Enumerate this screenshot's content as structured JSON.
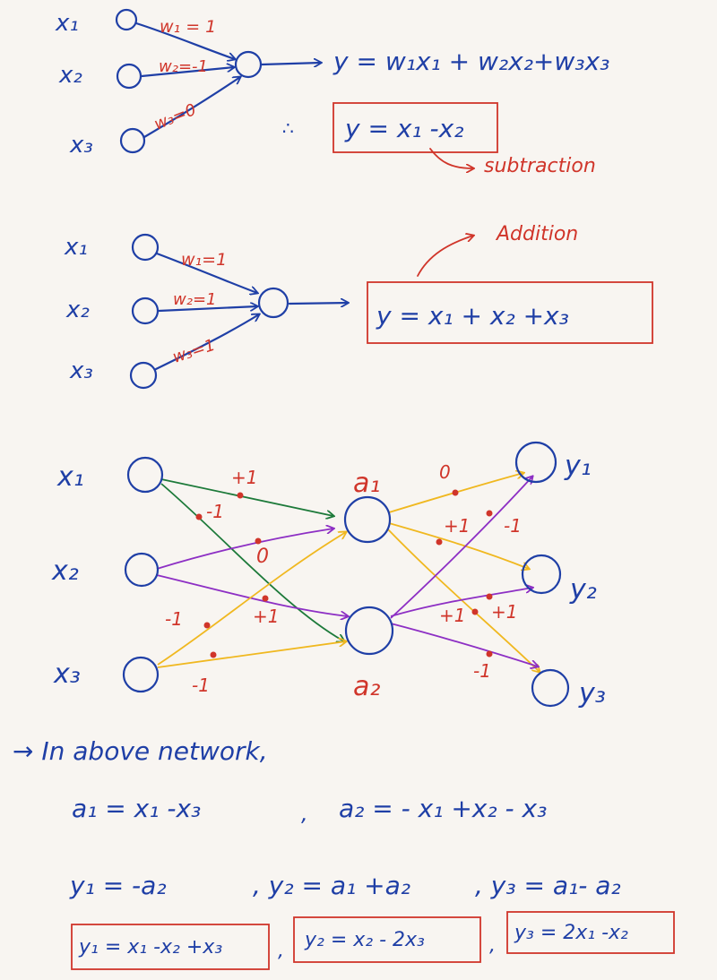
{
  "colors": {
    "ink_blue": "#1f3fa6",
    "ink_red": "#d0352a",
    "green": "#1d7a3a",
    "purple": "#8d2fc4",
    "yellow": "#f0b820",
    "paper": "#f8f5f1"
  },
  "diagram1": {
    "inputs": [
      "x₁",
      "x₂",
      "x₃"
    ],
    "weights": [
      "w₁ = 1",
      "w₂=-1",
      "w₃=0"
    ],
    "equation": "y = w₁x₁ + w₂x₂+w₃x₃",
    "therefore": "∴",
    "result": "y = x₁ -x₂",
    "result_note": "subtraction"
  },
  "diagram2": {
    "inputs": [
      "x₁",
      "x₂",
      "x₃"
    ],
    "weights": [
      "w₁=1",
      "w₂=1",
      "w₃=1"
    ],
    "note": "Addition",
    "result": "y = x₁ + x₂ +x₃"
  },
  "network": {
    "inputs": [
      "x₁",
      "x₂",
      "x₃"
    ],
    "hidden": [
      "a₁",
      "a₂"
    ],
    "outputs": [
      "y₁",
      "y₂",
      "y₃"
    ],
    "weights_in": {
      "x1_a1": "+1",
      "x1_a2": "-1",
      "x2_a1": "0",
      "x2_a2": "+1",
      "x3_a1": "-1",
      "x3_a2": "-1"
    },
    "weights_out": {
      "a1_y1": "0",
      "a1_y2": "+1",
      "a2_y1": "-1",
      "a2_y2": "+1",
      "a1_y3": "+1",
      "a2_y3": "-1"
    }
  },
  "notes": {
    "heading": "→ In above network,",
    "line1_left": "a₁ = x₁ -x₃",
    "line1_sep": ",",
    "line1_right": "a₂ = - x₁ +x₂ - x₃",
    "line2_a": "y₁ = -a₂",
    "line2_b": ", y₂ = a₁ +a₂",
    "line2_c": ", y₃ = a₁- a₂",
    "boxes": [
      "y₁ = x₁ -x₂ +x₃",
      "y₂ = x₂ - 2x₃",
      "y₃ = 2x₁ -x₂"
    ],
    "box_sep": ","
  }
}
